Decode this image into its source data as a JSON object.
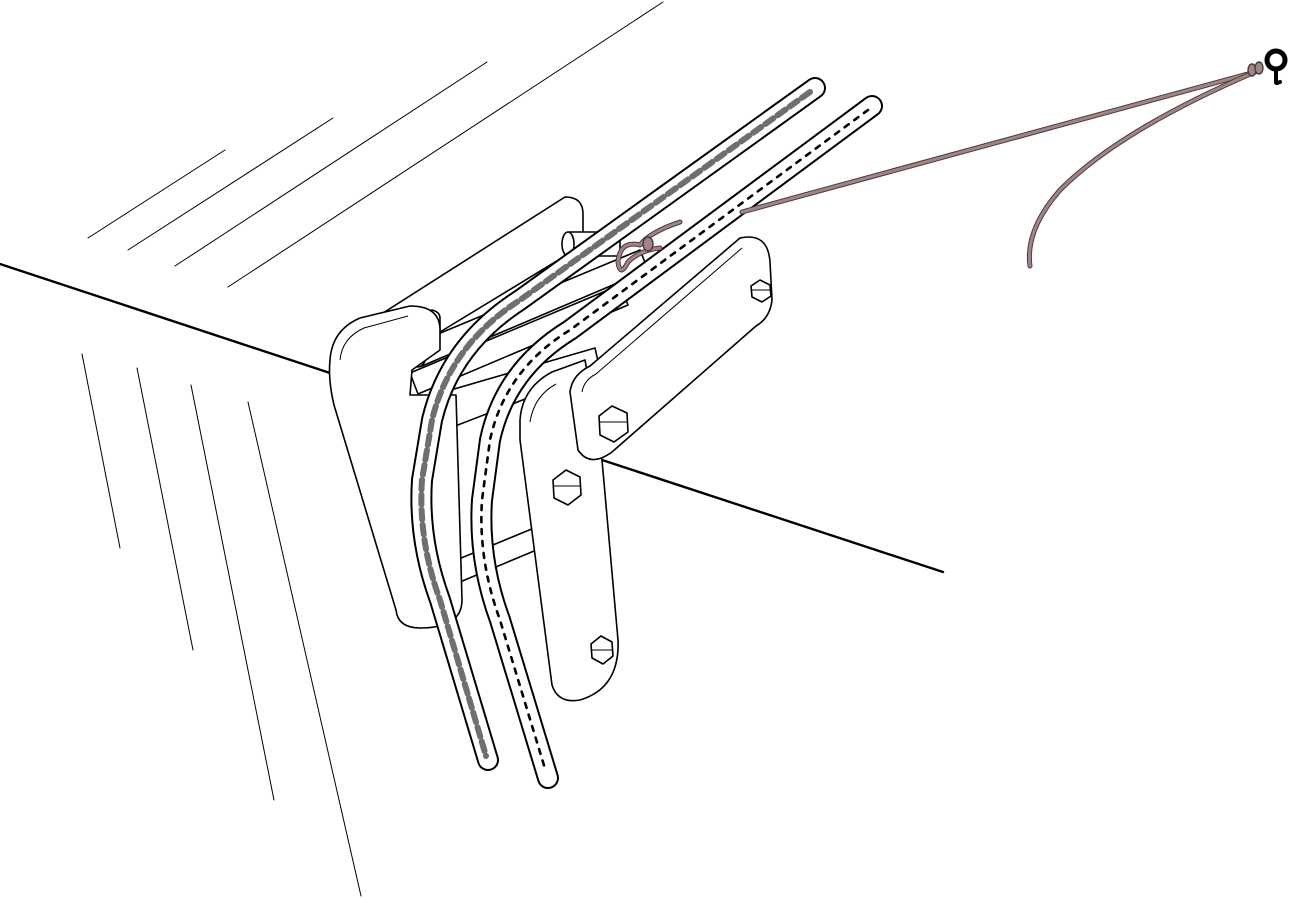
{
  "colors": {
    "background": "#ffffff",
    "outline": "#000000",
    "plate_fill": "#ffffff",
    "strap_fill": "#ffffff",
    "strap_stitch_grey": "#6f6f6f",
    "strap_stitch_black": "#000000",
    "cord": "#a08586",
    "cord_outline": "#4a3a3a",
    "ring": "#000000"
  },
  "icons": {
    "ring": "eyelet-ring-icon",
    "bolt": "hex-bolt-icon"
  },
  "parts": [
    "surface-edge",
    "clamp-plate",
    "strap",
    "bolt",
    "cord",
    "ring"
  ]
}
